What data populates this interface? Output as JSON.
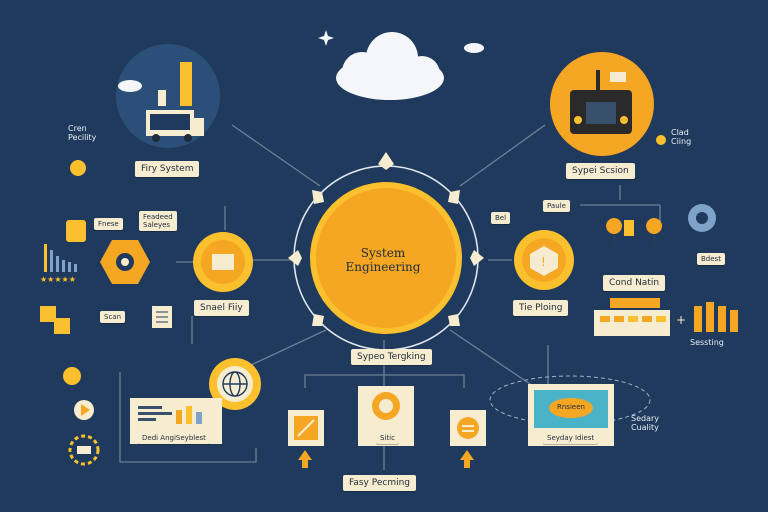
{
  "center": {
    "title_line1": "System",
    "title_line2": "Engineering",
    "caption": "Sypeo Tergking"
  },
  "nodes": {
    "top_left": {
      "label": "Firy System",
      "caption_line1": "Cren",
      "caption_line2": "Pecility"
    },
    "top_right": {
      "label": "Sypei Scsion",
      "caption_line1": "Clad",
      "caption_line2": "Ciing"
    },
    "left": {
      "label": "Snael Fiiy",
      "tag1": "Fnese",
      "tag2_line1": "Feadeed",
      "tag2_line2": "Saleyes",
      "tag3": "Scan"
    },
    "right": {
      "label": "Tie Ploing",
      "tag1": "Bel",
      "tag2": "Paule",
      "caption": "Cond Natin",
      "tag3": "Bdest",
      "caption2": "Sessting"
    },
    "bottom_left": {
      "label": "Dedi AngiSeyblest"
    },
    "bottom_center": {
      "label": "Sitic",
      "caption": "Fasy Pecming"
    },
    "bottom_right": {
      "label": "Seyday Idiest",
      "panel_label": "Rnsieen",
      "caption_line1": "Sedary",
      "caption_line2": "Cuality"
    }
  },
  "colors": {
    "background": "#1f3a5c",
    "accent": "#f5a623",
    "accent_light": "#fbc02d",
    "cream": "#f6ecd0",
    "line": "#6b7f98"
  }
}
